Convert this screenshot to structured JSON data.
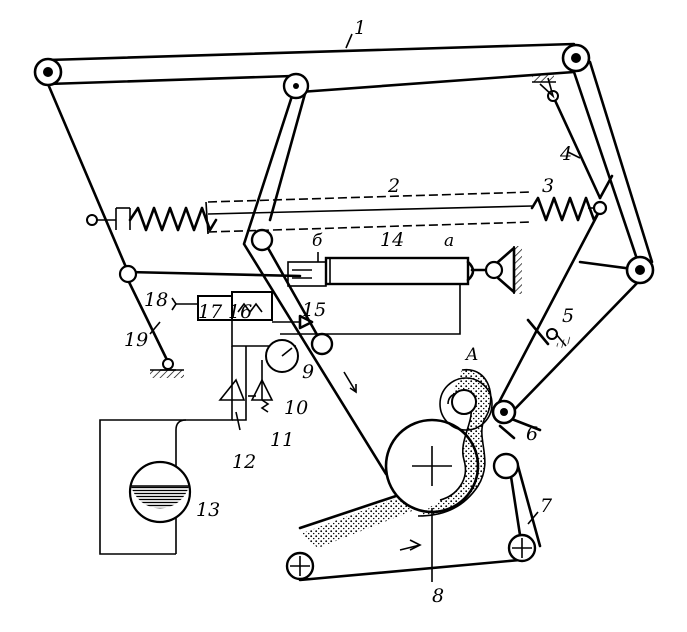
{
  "labels": {
    "l1": "1",
    "l2": "2",
    "l3": "3",
    "l4": "4",
    "l5": "5",
    "l6": "6",
    "l7": "7",
    "l8": "8",
    "l9": "9",
    "l10": "10",
    "l11": "11",
    "l12": "12",
    "l13": "13",
    "l14": "14",
    "l15": "15",
    "l16": "16",
    "l17": "17",
    "l18": "18",
    "l19": "19",
    "lA": "A",
    "la": "a",
    "lb": "б"
  },
  "colors": {
    "ink": "#000000",
    "paper": "#ffffff"
  },
  "icons": {
    "pulley": "pulley-icon",
    "ground": "ground-hatch-icon",
    "spring": "spring-icon",
    "valve": "check-valve-icon",
    "gauge": "pressure-gauge-icon",
    "tank": "tank-icon"
  }
}
